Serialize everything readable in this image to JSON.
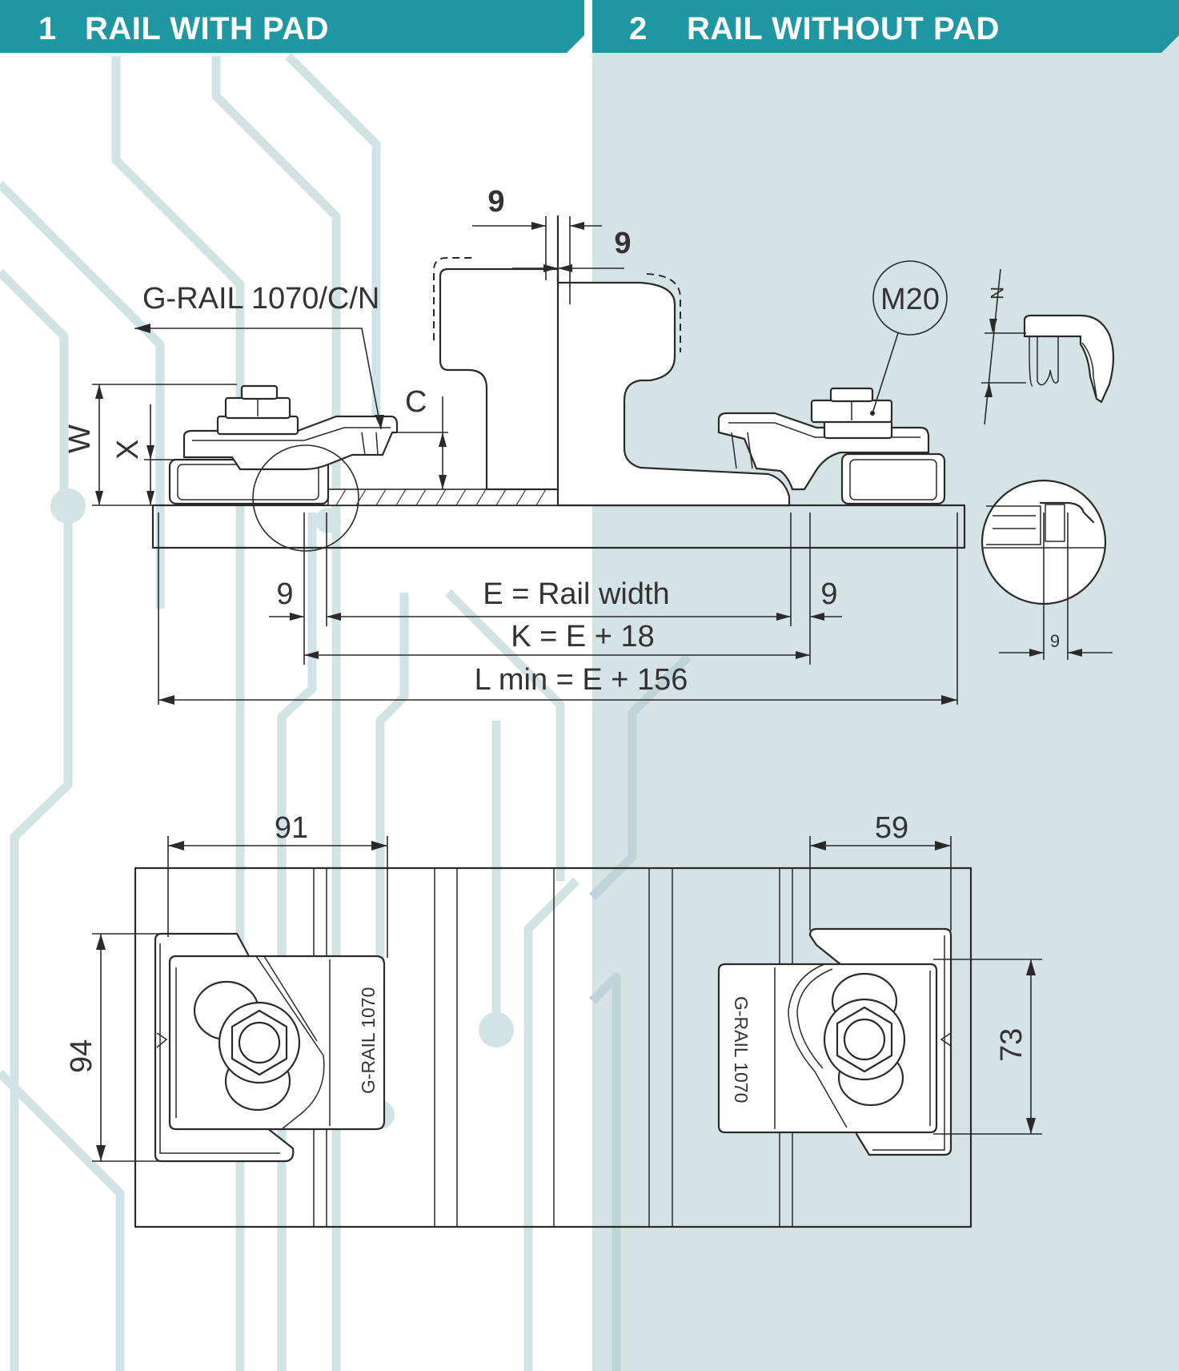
{
  "panels": [
    {
      "number": "1",
      "title": "RAIL WITH PAD"
    },
    {
      "number": "2",
      "title": "RAIL WITHOUT PAD"
    }
  ],
  "colors": {
    "header_teal": "#1f97a3",
    "right_panel_bg": "#d6e3e5",
    "circuit_trace": "#d2e3e6",
    "line": "#2a2a2a"
  },
  "section_view": {
    "dim_top_left": "9",
    "dim_top_right": "9",
    "clip_callout": "G-RAIL 1070/C/N",
    "bolt_size": "M20",
    "label_w": "W",
    "label_x": "X",
    "label_c": "C",
    "label_n": "N",
    "dim_left_gap": "9",
    "dim_right_gap": "9",
    "e_label": "E = Rail width",
    "k_label": "K = E + 18",
    "l_label": "L min = E + 156",
    "detail_gap": "9"
  },
  "plan_view": {
    "dim_left_width": "91",
    "dim_right_width": "59",
    "dim_left_height": "94",
    "dim_right_height": "73",
    "clip_left_text": "G-RAIL 1070",
    "clip_right_text": "G-RAIL 1070"
  }
}
